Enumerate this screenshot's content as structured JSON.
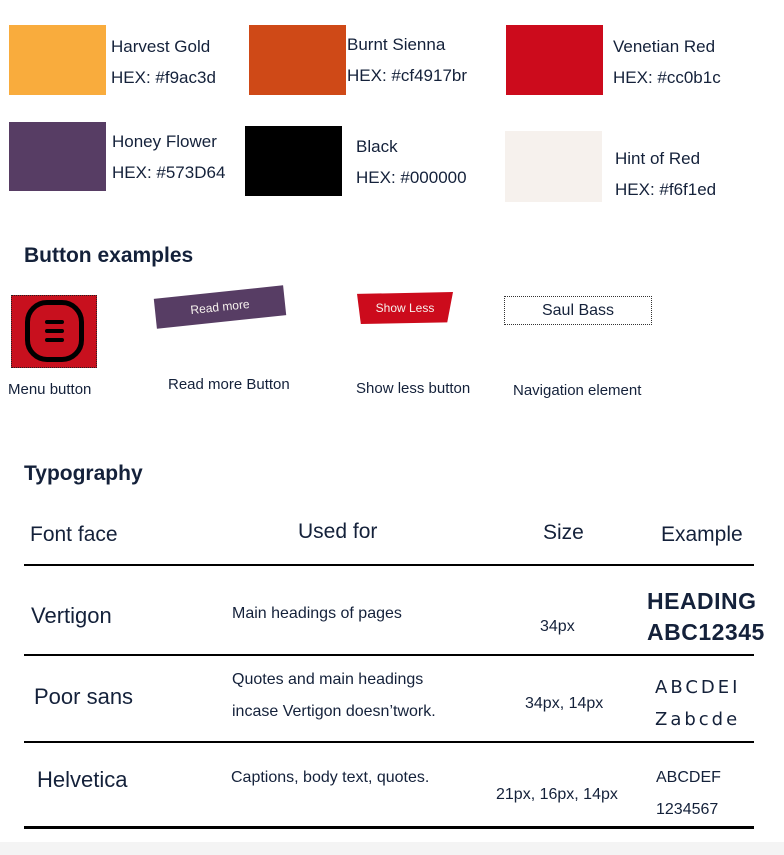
{
  "colors": [
    {
      "name": "Harvest Gold",
      "hex_label": "HEX: #f9ac3d",
      "color": "#f9ac3d"
    },
    {
      "name": "Burnt Sienna",
      "hex_label": "HEX: #cf4917br",
      "color": "#cf4917"
    },
    {
      "name": "Venetian Red",
      "hex_label": "HEX: #cc0b1c",
      "color": "#cc0b1c"
    },
    {
      "name": "Honey Flower",
      "hex_label": "HEX: #573D64",
      "color": "#573d64"
    },
    {
      "name": "Black",
      "hex_label": "HEX: #000000",
      "color": "#000000"
    },
    {
      "name": "Hint of Red",
      "hex_label": "HEX: #f6f1ed",
      "color": "#f6f1ed"
    }
  ],
  "buttons_section": {
    "title": "Button examples",
    "read_more_label": "Read more",
    "show_less_label": "Show Less",
    "nav_label": "Saul Bass",
    "captions": {
      "menu": "Menu button",
      "read_more": "Read more Button",
      "show_less": "Show less button",
      "nav": "Navigation element"
    }
  },
  "typography": {
    "title": "Typography",
    "headers": {
      "font": "Font face",
      "used": "Used for",
      "size": "Size",
      "example": "Example"
    },
    "rows": [
      {
        "font": "Vertigon",
        "used": "Main headings of pages",
        "size": "34px",
        "example_line1": "HEADING",
        "example_line2": "ABC12345"
      },
      {
        "font": "Poor sans",
        "used_line1": "Quotes and main headings",
        "used_line2": "incase Vertigon doesn’twork.",
        "size": "34px, 14px",
        "example_line1": "ABCDEI",
        "example_line2": "Zabcde"
      },
      {
        "font": "Helvetica",
        "used": "Captions, body text, quotes.",
        "size": "21px, 16px, 14px",
        "example_line1": "ABCDEF",
        "example_line2": "1234567"
      }
    ]
  }
}
